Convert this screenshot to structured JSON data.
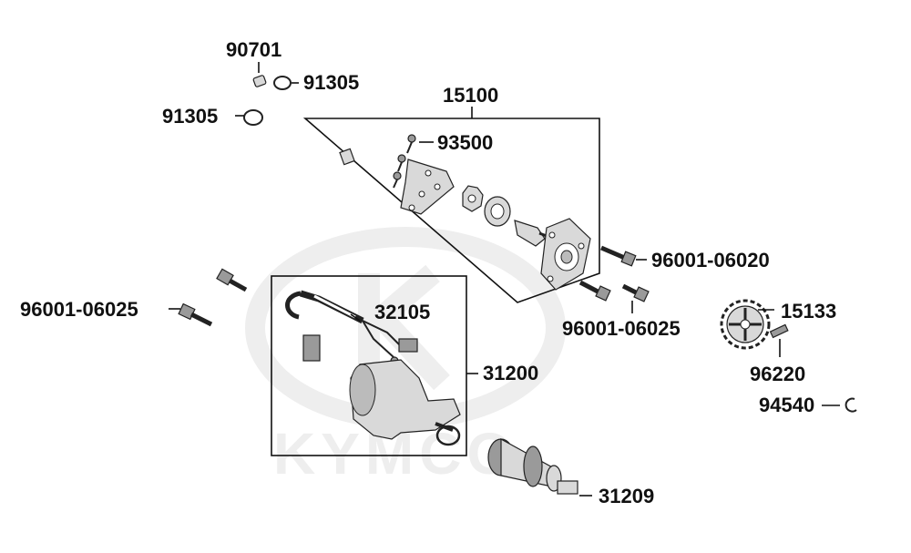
{
  "watermark": {
    "brand": "KYMCO"
  },
  "labels": {
    "p90701": "90701",
    "p91305a": "91305",
    "p91305b": "91305",
    "p15100": "15100",
    "p93500": "93500",
    "p96001_06020": "96001-06020",
    "p96001_06025_left": "96001-06025",
    "p96001_06025_right": "96001-06025",
    "p32105": "32105",
    "p31200": "31200",
    "p15133": "15133",
    "p96220": "96220",
    "p94540": "94540",
    "p31209": "31209"
  },
  "colors": {
    "line": "#111111",
    "part_fill": "#d9d9d9",
    "watermark": "#eeeeee"
  }
}
